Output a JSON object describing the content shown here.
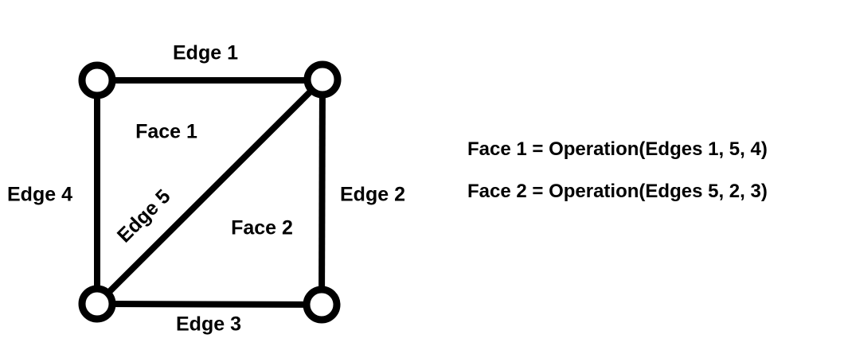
{
  "diagram": {
    "labels": {
      "edge1": "Edge 1",
      "edge2": "Edge 2",
      "edge3": "Edge 3",
      "edge4": "Edge 4",
      "edge5": "Edge 5",
      "face1": "Face 1",
      "face2": "Face 2"
    },
    "colors": {
      "stroke": "#000000",
      "vertex_fill": "#ffffff",
      "background": "#ffffff",
      "text": "#000000"
    },
    "vertex_count": 4,
    "edge_count": 5,
    "face_count": 2
  },
  "equations": {
    "line1": "Face 1 = Operation(Edges 1, 5, 4)",
    "line2": "Face 2 = Operation(Edges 5, 2, 3)"
  }
}
